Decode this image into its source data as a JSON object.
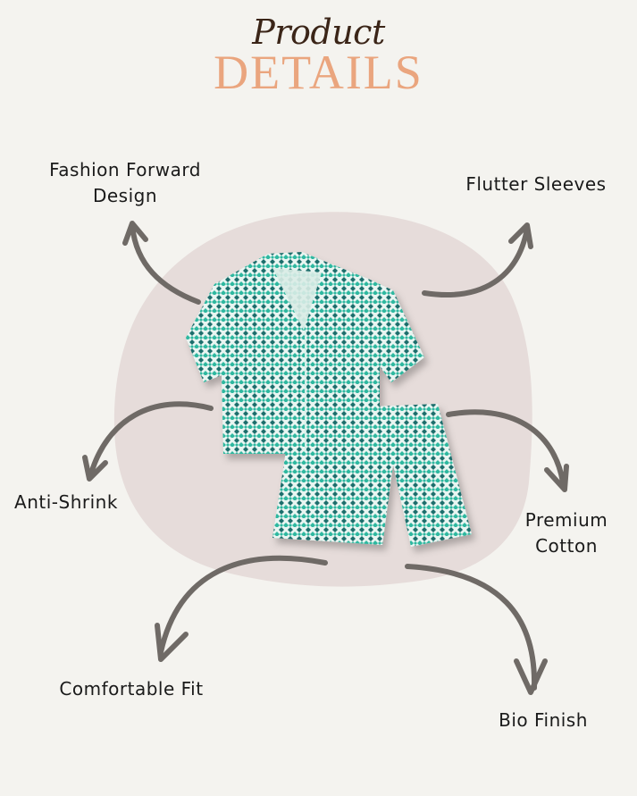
{
  "header": {
    "script_title": "Product",
    "main_title": "DETAILS"
  },
  "features": [
    {
      "label_line1": "Fashion Forward",
      "label_line2": "Design"
    },
    {
      "label_line1": "Flutter Sleeves",
      "label_line2": ""
    },
    {
      "label_line1": "Anti-Shrink",
      "label_line2": ""
    },
    {
      "label_line1": "Premium",
      "label_line2": "Cotton"
    },
    {
      "label_line1": "Comfortable Fit",
      "label_line2": ""
    },
    {
      "label_line1": "Bio Finish",
      "label_line2": ""
    }
  ],
  "product": {
    "name": "Kids pajama set — short sleeve shirt and shorts",
    "pattern": "diamond check",
    "colors": {
      "primary": "#2fb8a0",
      "dark": "#1d6e6c",
      "light": "#e8f5f1"
    }
  },
  "colors": {
    "background": "#f4f3ef",
    "blob": "#e6dcda",
    "arrow": "#6f6a66",
    "title_script": "#3b2518",
    "title_main": "#eaa57e",
    "text": "#1a1a1a"
  }
}
